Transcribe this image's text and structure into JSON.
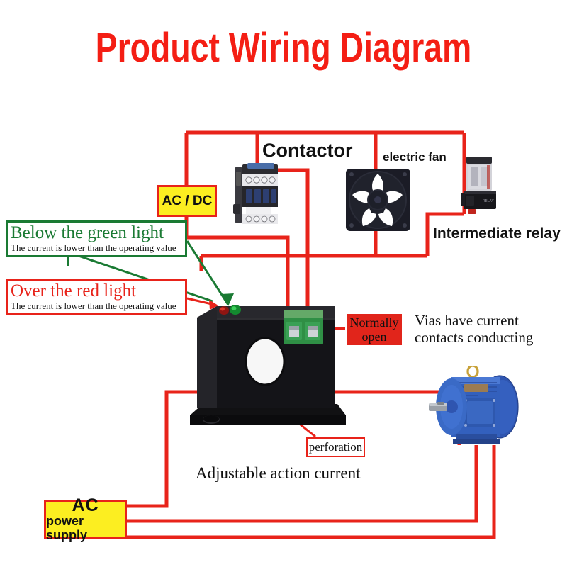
{
  "title": "Product Wiring Diagram",
  "colors": {
    "wire": "#e8231a",
    "title": "#f41e14",
    "green": "#1a7a33",
    "red": "#e8231a",
    "yellow_fill": "#fcee21",
    "red_fill": "#e1251b",
    "motor_blue": "#2f55b0"
  },
  "labels": {
    "ac_dc": "AC / DC",
    "contactor": "Contactor",
    "electric_fan": "electric fan",
    "intermediate_relay": "Intermediate relay",
    "normally_open_line1": "Normally",
    "normally_open_line2": "open",
    "vias_line1": "Vias have current",
    "vias_line2": "contacts conducting",
    "perforation": "perforation",
    "adjustable_action_current": "Adjustable action current",
    "ac_supply_line1": "AC",
    "ac_supply_line2": "power supply"
  },
  "callouts": [
    {
      "id": "green-light",
      "heading": "Below the green light",
      "subtext": "The current is lower than the operating value",
      "border_color": "#1a7a33",
      "heading_color": "#1a7a33"
    },
    {
      "id": "red-light",
      "heading": "Over the red light",
      "subtext": "The current is lower than the operating value",
      "border_color": "#e8231a",
      "heading_color": "#e8231a"
    }
  ],
  "devices": [
    {
      "name": "contactor",
      "label": "Contactor"
    },
    {
      "name": "electric-fan",
      "label": "electric fan"
    },
    {
      "name": "intermediate-relay",
      "label": "Intermediate relay"
    },
    {
      "name": "current-sensor",
      "label": "Adjustable action current"
    },
    {
      "name": "three-phase-motor",
      "label": ""
    }
  ],
  "indicators": [
    {
      "name": "red-led",
      "color": "#cc1111"
    },
    {
      "name": "green-led",
      "color": "#14a03a"
    }
  ]
}
